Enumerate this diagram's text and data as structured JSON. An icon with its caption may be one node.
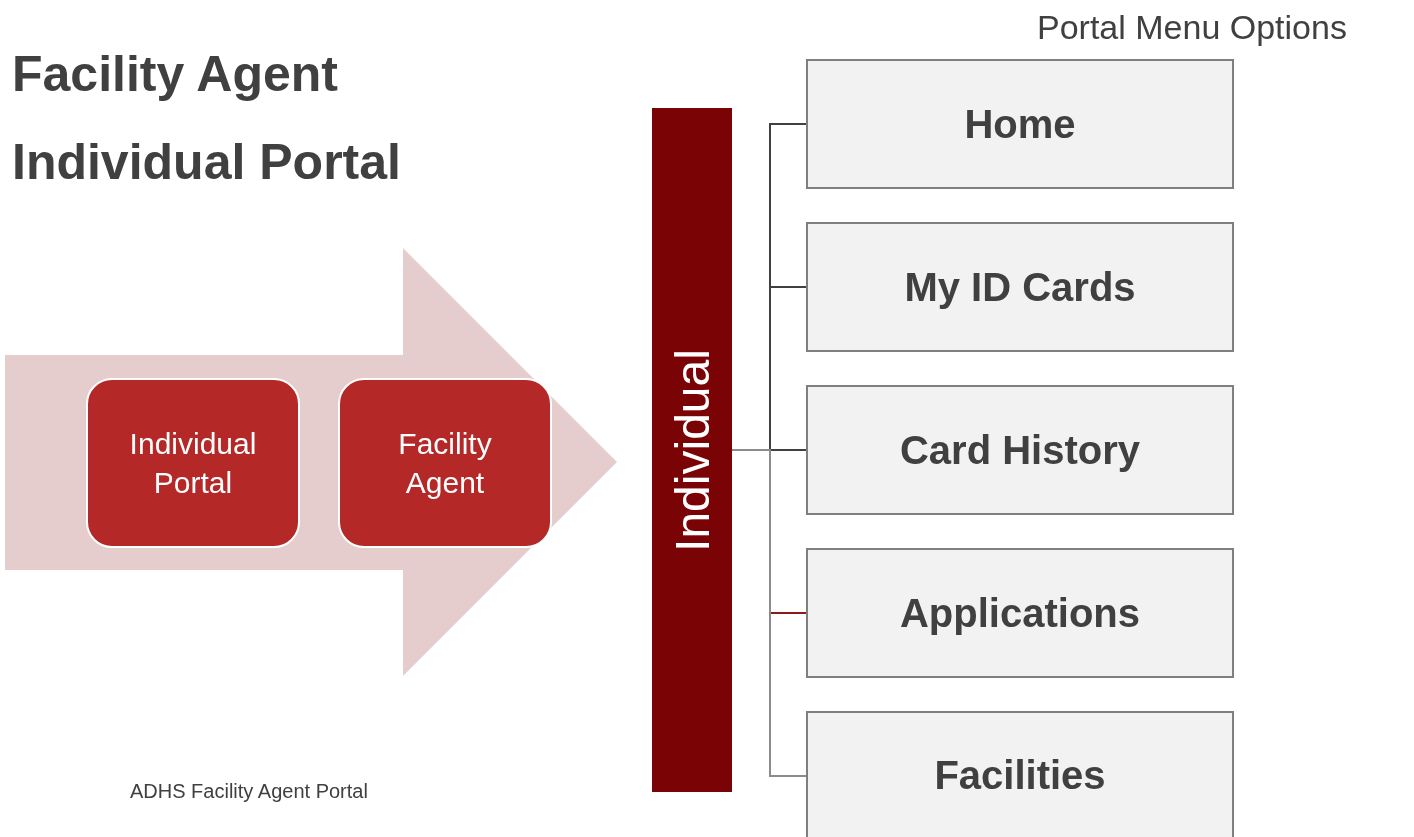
{
  "diagram": {
    "title": "Facility Agent Individual Portal",
    "nodes": [
      {
        "text": [],
        "shape": "arrow"
      },
      {
        "text": [
          "Individual Portal"
        ],
        "in": 0
      },
      {
        "text": [
          "Facility Agent"
        ],
        "in": 0
      },
      {
        "text": [
          "Individual"
        ]
      },
      {
        "text": [
          "Home"
        ]
      },
      {
        "text": [
          "My ID Cards"
        ]
      },
      {
        "text": [
          "Card History"
        ]
      },
      {
        "text": [
          "Applications"
        ]
      },
      {
        "text": [
          "Facilities"
        ]
      }
    ],
    "edges": [
      {
        "from": 3,
        "to": 4,
        "arrow": "none"
      },
      {
        "from": 3,
        "to": 5,
        "arrow": "none"
      },
      {
        "from": 3,
        "to": 6,
        "arrow": "none"
      },
      {
        "from": 3,
        "to": 7,
        "arrow": "none",
        "color": "#8b1a1a"
      },
      {
        "from": 3,
        "to": 8,
        "arrow": "none",
        "color": "#8c8c8c"
      }
    ],
    "labels": [
      "Portal Menu Options",
      "ADHS Facility Agent Portal"
    ]
  }
}
